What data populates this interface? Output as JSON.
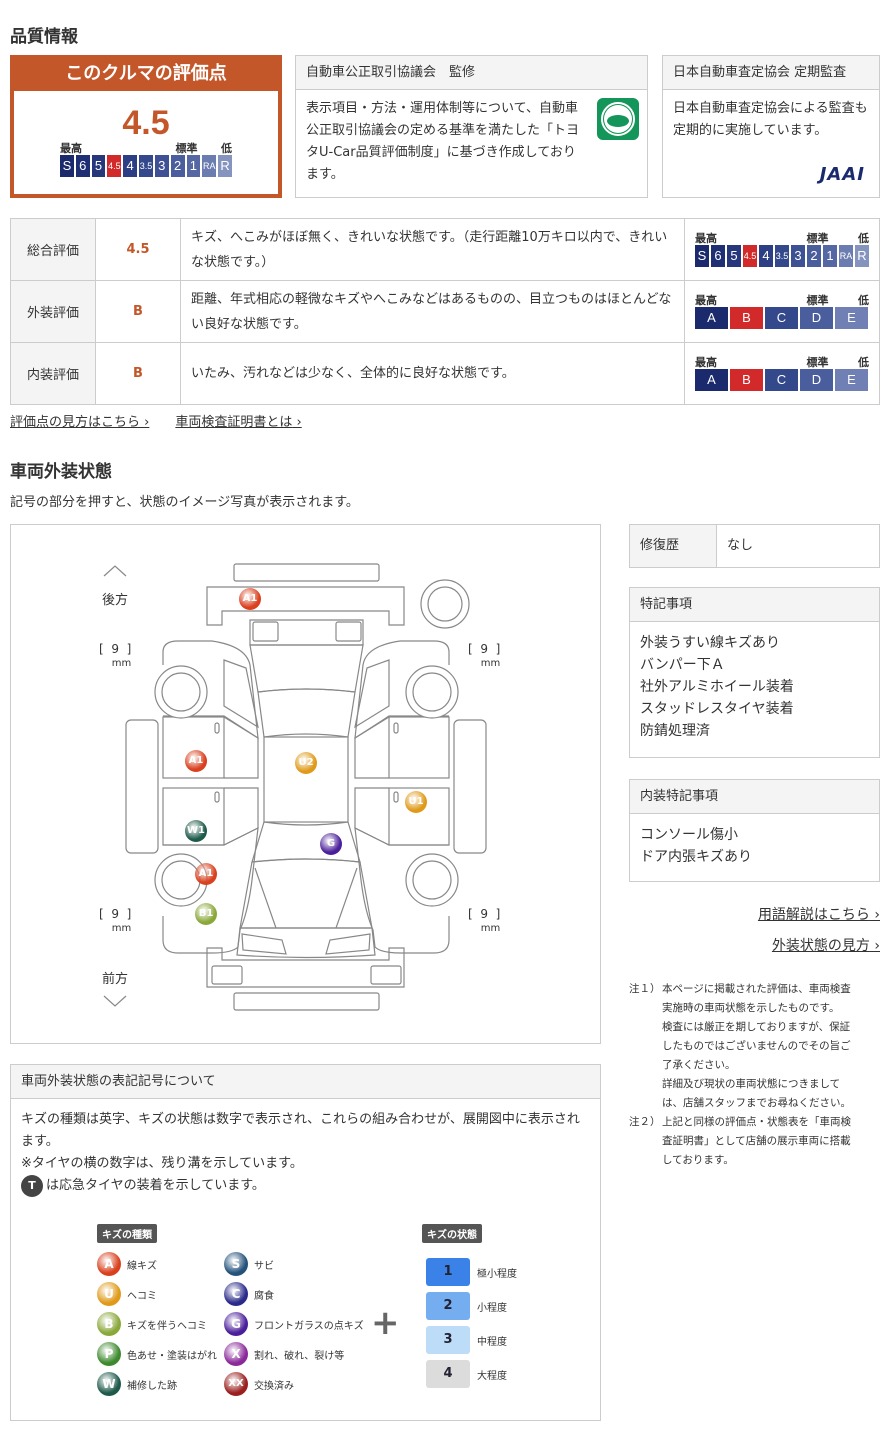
{
  "quality": {
    "title": "品質情報",
    "score_box": {
      "title": "このクルマの評価点",
      "score": "4.5",
      "high": "最高",
      "std": "標準",
      "low": "低"
    },
    "overall_scale": [
      "S",
      "6",
      "5",
      "4.5",
      "4",
      "3.5",
      "3",
      "2",
      "1",
      "RA",
      "R"
    ],
    "ab_scale": [
      "A",
      "B",
      "C",
      "D",
      "E"
    ],
    "jada": {
      "title": "自動車公正取引協議会　監修",
      "text": "表示項目・方法・運用体制等について、自動車公正取引協議会の定める基準を満たした「トヨタU-Car品質評価制度」に基づき作成しております。"
    },
    "jaai": {
      "title": "日本自動車査定協会 定期監査",
      "text": "日本自動車査定協会による監査も定期的に実施しています。",
      "logo": "JAAI"
    }
  },
  "colors": {
    "accent": "#c4572a",
    "selected": "#d22a2a",
    "navy": "#1a2a6c"
  },
  "evaluations": [
    {
      "label": "総合評価",
      "score": "4.5",
      "desc": "キズ、へこみがほぼ無く、きれいな状態です。（走行距離10万キロ以内で、きれいな状態です。）",
      "type": "overall",
      "selected": "4.5"
    },
    {
      "label": "外装評価",
      "score": "B",
      "desc": "距離、年式相応の軽微なキズやへこみなどはあるものの、目立つものはほとんどない良好な状態です。",
      "type": "ab",
      "selected": "B"
    },
    {
      "label": "内装評価",
      "score": "B",
      "desc": "いたみ、汚れなどは少なく、全体的に良好な状態です。",
      "type": "ab",
      "selected": "B"
    }
  ],
  "links": {
    "how_to_read": "評価点の見方はこちら",
    "certificate": "車両検査証明書とは"
  },
  "exterior": {
    "title": "車両外装状態",
    "subtitle": "記号の部分を押すと、状態のイメージ写真が表示されます。",
    "rear": "後方",
    "front": "前方",
    "tread": [
      "9",
      "9",
      "9",
      "9"
    ],
    "unit": "mm",
    "markers": [
      {
        "label": "A1",
        "kind": "A"
      },
      {
        "label": "A1",
        "kind": "A"
      },
      {
        "label": "U2",
        "kind": "U"
      },
      {
        "label": "U1",
        "kind": "U"
      },
      {
        "label": "W1",
        "kind": "W"
      },
      {
        "label": "G",
        "kind": "G"
      },
      {
        "label": "A1",
        "kind": "A"
      },
      {
        "label": "B1",
        "kind": "B"
      }
    ]
  },
  "side": {
    "repair_label": "修復歴",
    "repair_value": "なし",
    "special_title": "特記事項",
    "special_items": [
      "外装うすい線キズあり",
      "バンパー下Ａ",
      "社外アルミホイール装着",
      "スタッドレスタイヤ装着",
      "防錆処理済"
    ],
    "interior_title": "内装特記事項",
    "interior_items": [
      "コンソール傷小",
      "ドア内張キズあり"
    ],
    "glossary": "用語解説はこちら",
    "exterior_guide": "外装状態の見方"
  },
  "notes": [
    {
      "head": "注１）",
      "lines": [
        "本ページに掲載された評価は、車両検査",
        "実施時の車両状態を示したものです。",
        "検査には厳正を期しておりますが、保証",
        "したものではございませんのでその旨ご",
        "了承ください。",
        "詳細及び現状の車両状態につきまして",
        "は、店舗スタッフまでお尋ねください。"
      ]
    },
    {
      "head": "注２）",
      "lines": [
        "上記と同様の評価点・状態表を「車両検",
        "査証明書」として店舗の展示車両に搭載",
        "しております。"
      ]
    }
  ],
  "legend": {
    "title": "車両外装状態の表記記号について",
    "text": [
      "キズの種類は英字、キズの状態は数字で表示され、これらの組み合わせが、展開図中に表示されます。",
      "※タイヤの横の数字は、残り溝を示しています。"
    ],
    "spare_icon": "T",
    "spare_text": "は応急タイヤの装着を示しています。",
    "types_title": "キズの種類",
    "states_title": "キズの状態",
    "plus": "+",
    "types": [
      {
        "k": "A",
        "t": "線キズ"
      },
      {
        "k": "U",
        "t": "ヘコミ"
      },
      {
        "k": "B",
        "t": "キズを伴うヘコミ"
      },
      {
        "k": "P",
        "t": "色あせ・塗装はがれ"
      },
      {
        "k": "W",
        "t": "補修した跡"
      },
      {
        "k": "S",
        "t": "サビ"
      },
      {
        "k": "C",
        "t": "腐食"
      },
      {
        "k": "G",
        "t": "フロントガラスの点キズ"
      },
      {
        "k": "X",
        "t": "割れ、破れ、裂け等"
      },
      {
        "k": "XX",
        "t": "交換済み"
      }
    ],
    "states": [
      {
        "n": "1",
        "t": "極小程度"
      },
      {
        "n": "2",
        "t": "小程度"
      },
      {
        "n": "3",
        "t": "中程度"
      },
      {
        "n": "4",
        "t": "大程度"
      }
    ]
  }
}
